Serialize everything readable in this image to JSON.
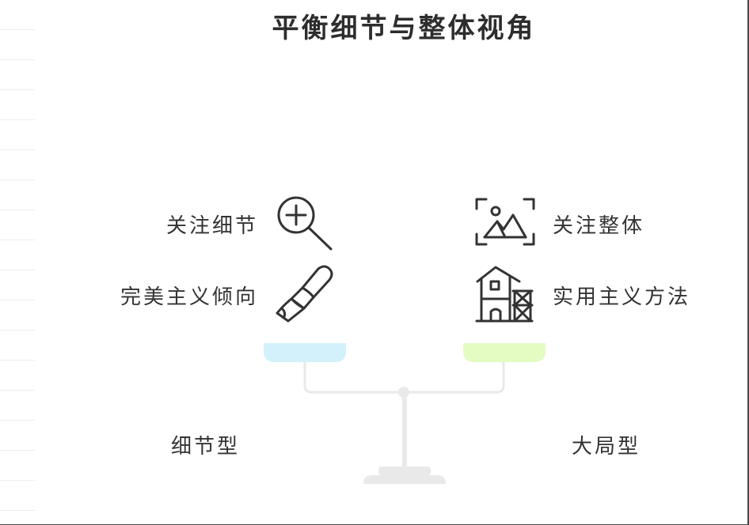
{
  "title": "平衡细节与整体视角",
  "left": {
    "items": [
      {
        "label": "关注细节",
        "icon": "magnifier-plus-icon"
      },
      {
        "label": "完美主义倾向",
        "icon": "chisel-icon"
      }
    ],
    "category": "细节型",
    "pan_color": "#d3f1fb"
  },
  "right": {
    "items": [
      {
        "label": "关注整体",
        "icon": "landscape-image-icon"
      },
      {
        "label": "实用主义方法",
        "icon": "building-scaffold-icon"
      }
    ],
    "category": "大局型",
    "pan_color": "#e4fbc2"
  },
  "colors": {
    "text": "#333333",
    "scale": "#e9e9e9"
  }
}
